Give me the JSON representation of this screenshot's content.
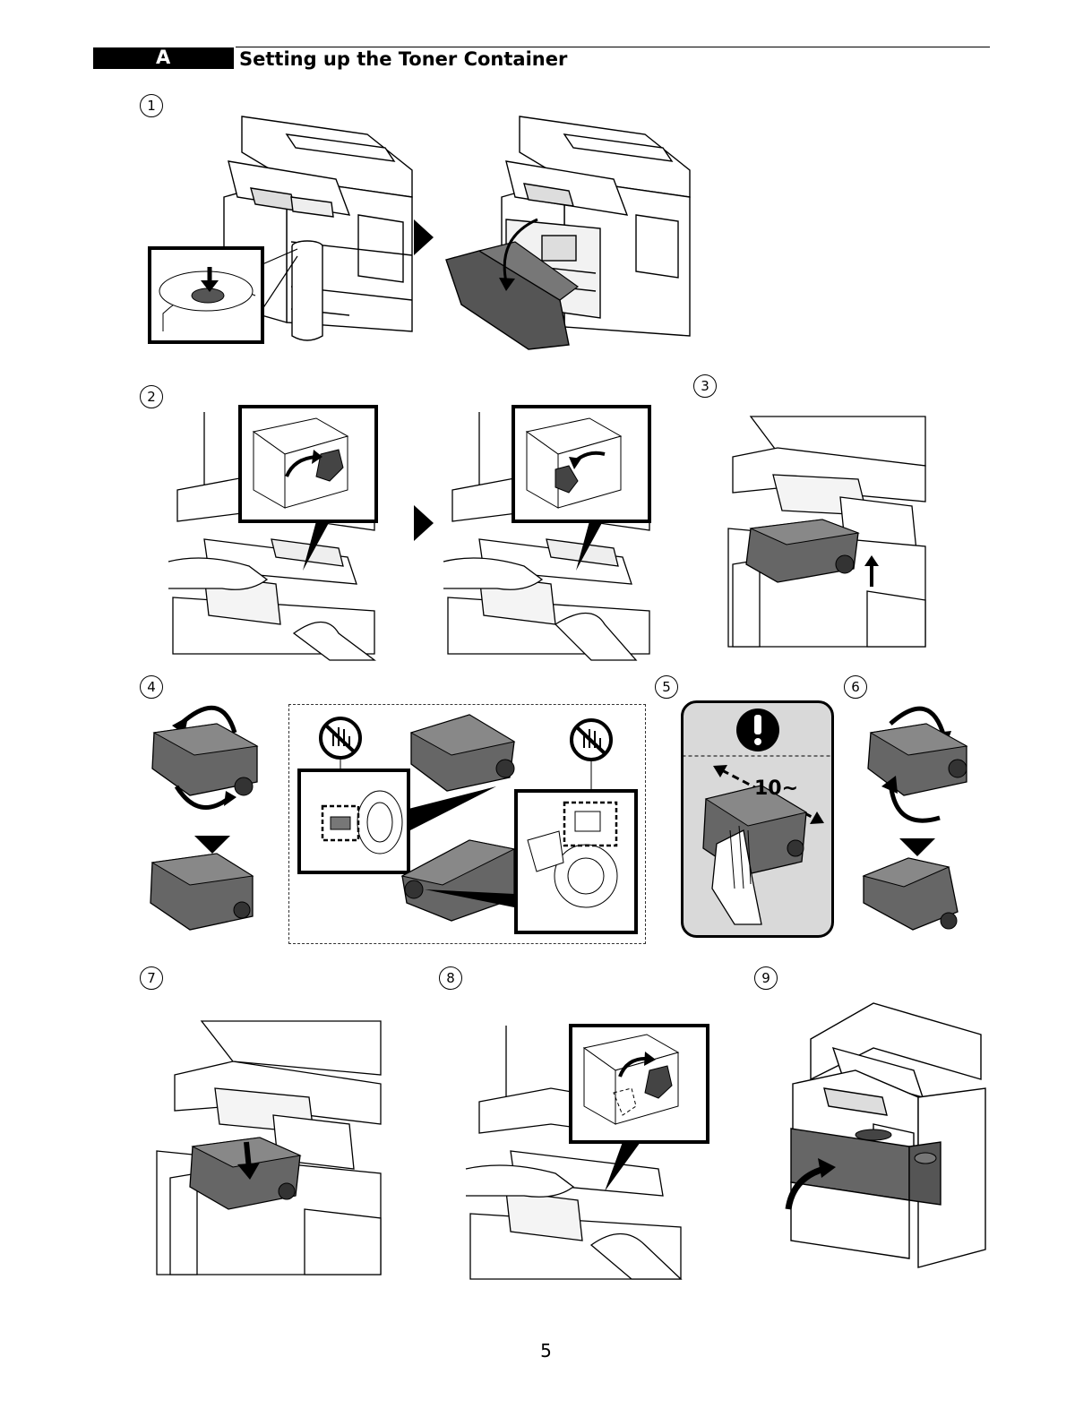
{
  "header": {
    "section_letter": "A",
    "title": "Setting up the Toner Container"
  },
  "steps": [
    "1",
    "2",
    "3",
    "4",
    "5",
    "6",
    "7",
    "8",
    "9"
  ],
  "caution": {
    "text": "10~"
  },
  "page_number": "5"
}
